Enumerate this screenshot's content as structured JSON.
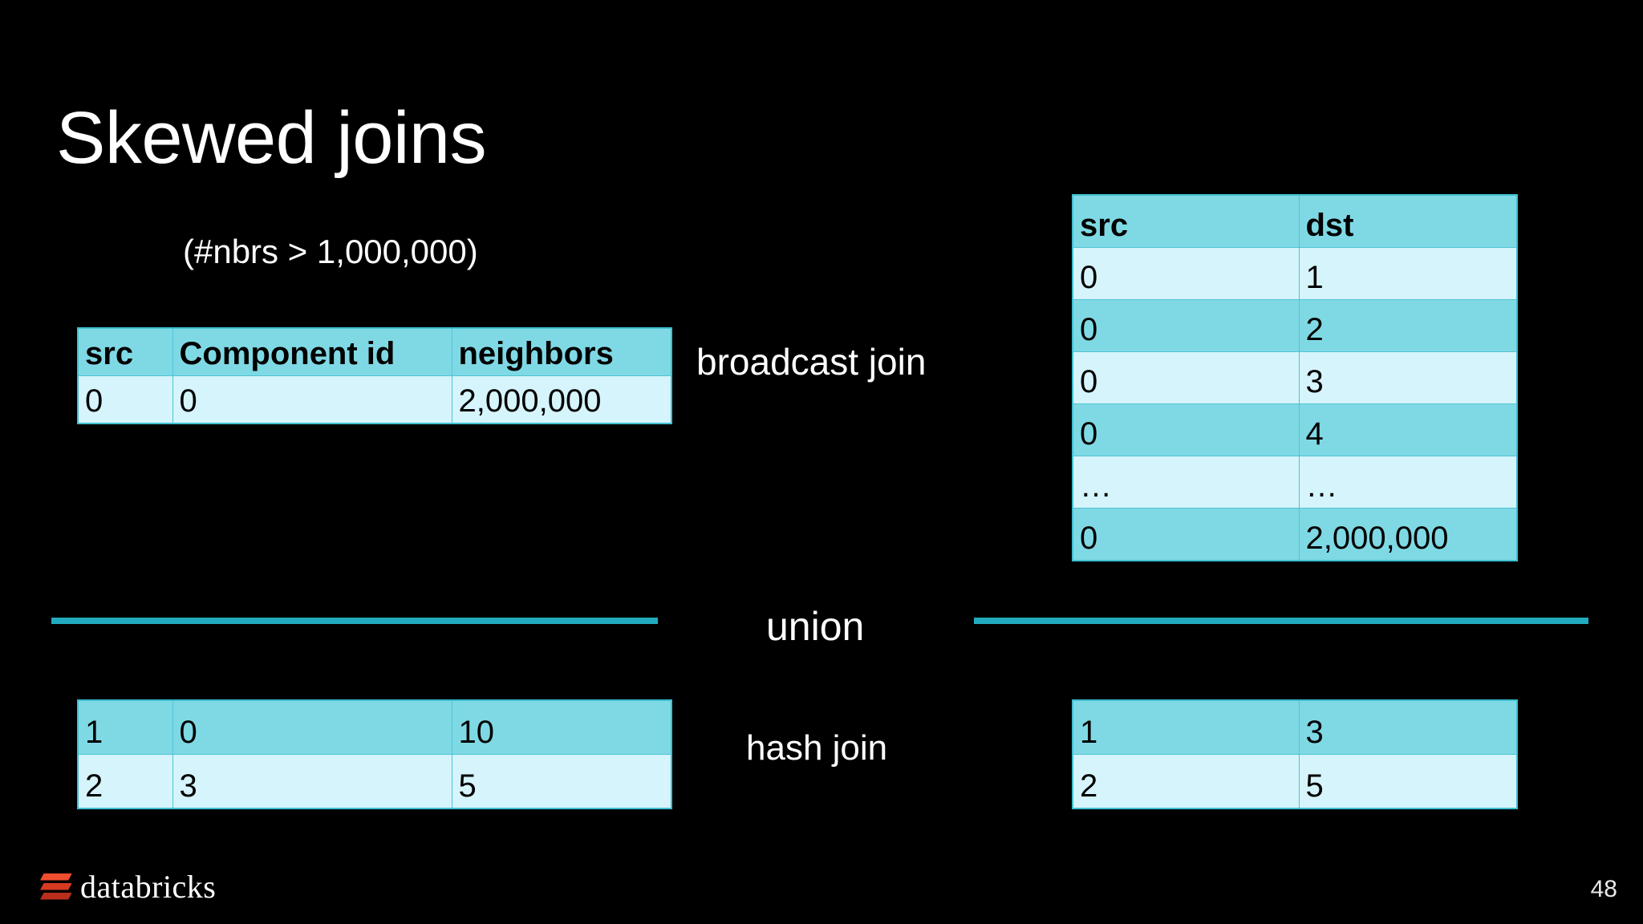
{
  "slide": {
    "title": "Skewed joins",
    "page_number": "48",
    "background_color": "#000000",
    "accent_color": "#22abbf",
    "table_header_color": "#7fd9e4",
    "table_row_light_color": "#d6f4fb",
    "table_row_mid_color": "#7fd9e4",
    "logo_color": "#e8412a"
  },
  "labels": {
    "filter": "(#nbrs > 1,000,000)",
    "broadcast_join": "broadcast join",
    "union": "union",
    "hash_join": "hash join"
  },
  "footer": {
    "brand": "databricks",
    "logo_icon": "databricks-bricks-icon"
  },
  "left_top_table": {
    "name": "skewed-vertices-table",
    "headers": [
      "src",
      "Component id",
      "neighbors"
    ],
    "rows": [
      {
        "style": "light",
        "cells": [
          "0",
          "0",
          "2,000,000"
        ]
      }
    ]
  },
  "right_top_table": {
    "name": "skewed-edges-table",
    "headers": [
      "src",
      "dst"
    ],
    "rows": [
      {
        "style": "light",
        "cells": [
          "0",
          "1"
        ]
      },
      {
        "style": "mid",
        "cells": [
          "0",
          "2"
        ]
      },
      {
        "style": "light",
        "cells": [
          "0",
          "3"
        ]
      },
      {
        "style": "mid",
        "cells": [
          "0",
          "4"
        ]
      },
      {
        "style": "light",
        "cells": [
          "…",
          "…"
        ]
      },
      {
        "style": "mid",
        "cells": [
          "0",
          "2,000,000"
        ]
      }
    ]
  },
  "bottom_left_table": {
    "name": "non-skewed-vertices-table",
    "rows": [
      {
        "style": "mid",
        "cells": [
          "1",
          "0",
          "10"
        ]
      },
      {
        "style": "light",
        "cells": [
          "2",
          "3",
          "5"
        ]
      }
    ]
  },
  "bottom_right_table": {
    "name": "non-skewed-edges-table",
    "rows": [
      {
        "style": "mid",
        "cells": [
          "1",
          "3"
        ]
      },
      {
        "style": "light",
        "cells": [
          "2",
          "5"
        ]
      }
    ]
  }
}
